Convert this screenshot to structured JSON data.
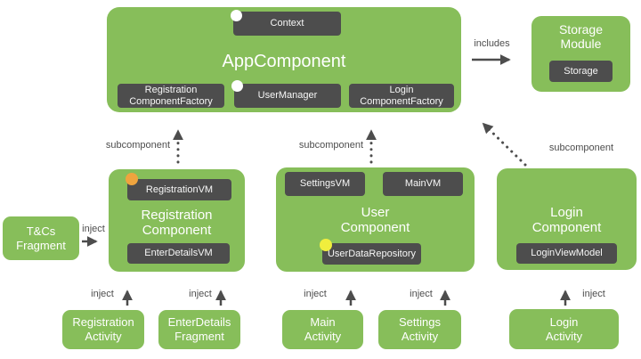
{
  "colors": {
    "green": "#87BE5A",
    "dark_chip": "#4D4D4D",
    "edge_label": "#4D4D4D",
    "dot_white": "#FFFFFF",
    "dot_orange": "#EFA43E",
    "dot_yellow": "#F0EE3D"
  },
  "app_component": {
    "title": "AppComponent",
    "context_chip": "Context",
    "registration_factory_chip": "Registration\nComponentFactory",
    "user_manager_chip": "UserManager",
    "login_factory_chip": "Login\nComponentFactory"
  },
  "storage_module": {
    "title": "Storage\nModule",
    "storage_chip": "Storage"
  },
  "registration_component": {
    "title": "Registration\nComponent",
    "registration_vm_chip": "RegistrationVM",
    "enter_details_vm_chip": "EnterDetailsVM"
  },
  "user_component": {
    "title": "User\nComponent",
    "settings_vm_chip": "SettingsVM",
    "main_vm_chip": "MainVM",
    "user_data_repository_chip": "UserDataRepository"
  },
  "login_component": {
    "title": "Login\nComponent",
    "login_view_model_chip": "LoginViewModel"
  },
  "tcs_fragment": {
    "title": "T&Cs\nFragment"
  },
  "activities": {
    "registration": "Registration\nActivity",
    "enter_details": "EnterDetails\nFragment",
    "main": "Main\nActivity",
    "settings": "Settings\nActivity",
    "login": "Login\nActivity"
  },
  "edge_labels": {
    "includes": "includes",
    "subcomponent": "subcomponent",
    "inject": "inject"
  }
}
